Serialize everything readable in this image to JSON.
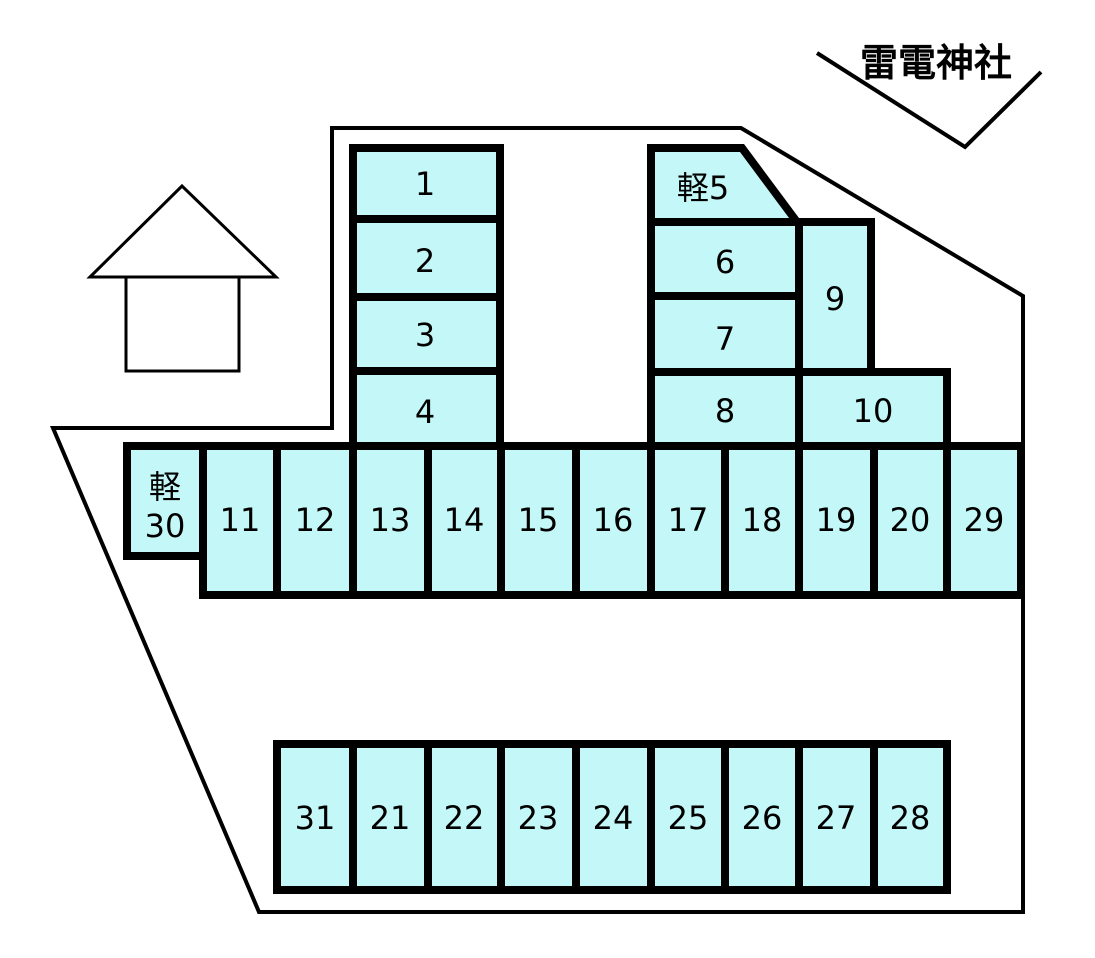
{
  "map": {
    "landmark_label": "雷電神社",
    "colors": {
      "stall_fill": "#c4f8f8",
      "stall_stroke": "#000000",
      "boundary_stroke": "#000000",
      "background": "#ffffff"
    },
    "icons": [
      "house-icon",
      "road-arrow-icon"
    ],
    "stalls": {
      "s1": "1",
      "s2": "2",
      "s3": "3",
      "s4": "4",
      "s5": "軽5",
      "s6": "6",
      "s7": "7",
      "s8": "8",
      "s9": "9",
      "s10": "10",
      "s11": "11",
      "s12": "12",
      "s13": "13",
      "s14": "14",
      "s15": "15",
      "s16": "16",
      "s17": "17",
      "s18": "18",
      "s19": "19",
      "s20": "20",
      "s29": "29",
      "s30_line1": "軽",
      "s30_line2": "30",
      "s31": "31",
      "s21": "21",
      "s22": "22",
      "s23": "23",
      "s24": "24",
      "s25": "25",
      "s26": "26",
      "s27": "27",
      "s28": "28"
    }
  }
}
